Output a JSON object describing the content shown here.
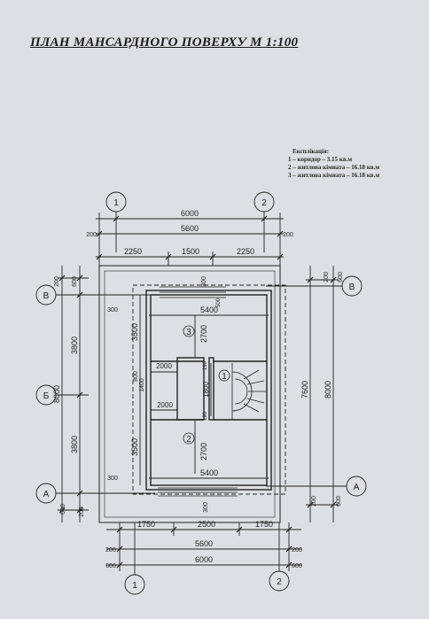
{
  "title": "ПЛАН МАНСАРДНОГО ПОВЕРХУ  М 1:100",
  "legend": {
    "heading": "Експлікація:",
    "items": [
      "1 – коридор – 3.15 кв.м",
      "2 – житлова кімната – 16.18 кв.м",
      "3 – житлова кімната – 16.18 кв.м"
    ]
  },
  "axes": {
    "top_left": "1",
    "top_right": "2",
    "bottom_left": "1",
    "bottom_right": "2",
    "left_top": "В",
    "left_mid": "Б",
    "left_bottom": "А",
    "right_top": "В",
    "right_bottom": "А"
  },
  "dims_top": {
    "d1": "6000",
    "d2": "5600",
    "d3a": "2250",
    "d3b": "1500",
    "d3c": "2250",
    "e1": "200",
    "e2": "200"
  },
  "dims_bottom": {
    "d1": "1750",
    "d2": "2500",
    "d3": "1750",
    "d4": "5600",
    "d5": "6000",
    "e1": "200",
    "e2": "200",
    "e3": "600",
    "e4": "600"
  },
  "dims_left": {
    "total": "8000",
    "top": "3800",
    "bottom": "3800",
    "e1": "200",
    "e2": "200",
    "e3": "600",
    "e4": "600"
  },
  "dims_right": {
    "total": "8000",
    "inner": "7600",
    "e1": "200",
    "e2": "200",
    "e3": "600",
    "e4": "600"
  },
  "dims_inner": {
    "room3_w": "5400",
    "room3_h": "2700",
    "room3_h2": "3500",
    "room2_w": "5400",
    "room2_h": "2700",
    "room2_h2": "3500",
    "corr_w1": "2000",
    "corr_w2": "2000",
    "corr_h": "1800",
    "small1": "1400",
    "small2": "800",
    "small3": "300",
    "small4": "300",
    "small5": "300",
    "small6": "300",
    "small7": "500",
    "small8": "190",
    "small9": "190"
  },
  "rooms": {
    "r1": "1",
    "r2": "2",
    "r3": "3"
  }
}
